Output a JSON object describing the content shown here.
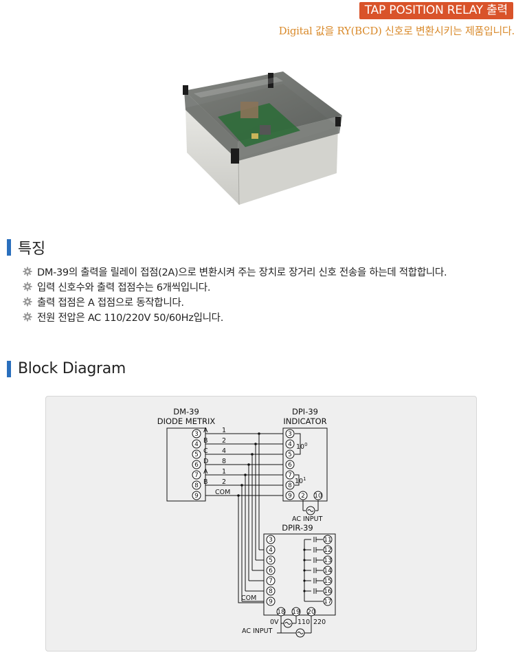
{
  "header": {
    "title": "TAP POSITION RELAY 출력",
    "subtitle": "Digital 값을 RY(BCD) 신호로 변환시키는 제품입니다."
  },
  "features": {
    "heading": "특징",
    "items": [
      "DM-39의 출력을 릴레이 접점(2A)으로 변환시켜 주는 장치로 장거리 신호 전송을 하는데 적합합니다.",
      "입력 신호수와 출력 접점수는 6개씩입니다.",
      "출력 접점은 A 접점으로 동작합니다.",
      "전원 전압은 AC 110/220V 50/60Hz입니다."
    ]
  },
  "diagram": {
    "heading": "Block Diagram",
    "dm39": {
      "name": "DM-39",
      "desc": "DIODE METRIX",
      "terminals": [
        "3",
        "4",
        "5",
        "6",
        "7",
        "8",
        "9"
      ],
      "letters": [
        "A",
        "B",
        "C",
        "D",
        "A",
        "B"
      ],
      "weights": [
        "1",
        "2",
        "4",
        "8",
        "1",
        "2"
      ],
      "com": "COM"
    },
    "dpi39": {
      "name": "DPI-39",
      "desc": "INDICATOR",
      "terminals": [
        "3",
        "4",
        "5",
        "6",
        "7",
        "8",
        "9"
      ],
      "extra_terminals": [
        "2",
        "10"
      ],
      "group0": "10",
      "group0_exp": "0",
      "group1": "10",
      "group1_exp": "1",
      "ac_input": "AC INPUT"
    },
    "dpir39": {
      "name": "DPIR-39",
      "terminals": [
        "3",
        "4",
        "5",
        "6",
        "7",
        "8",
        "9"
      ],
      "com": "COM",
      "outputs": [
        "11",
        "12",
        "13",
        "14",
        "15",
        "16",
        "17"
      ],
      "bottom_terminals": [
        "18",
        "19",
        "20"
      ],
      "v0": "0V",
      "v110": "110",
      "v220": "220",
      "ac_input": "AC INPUT"
    }
  }
}
